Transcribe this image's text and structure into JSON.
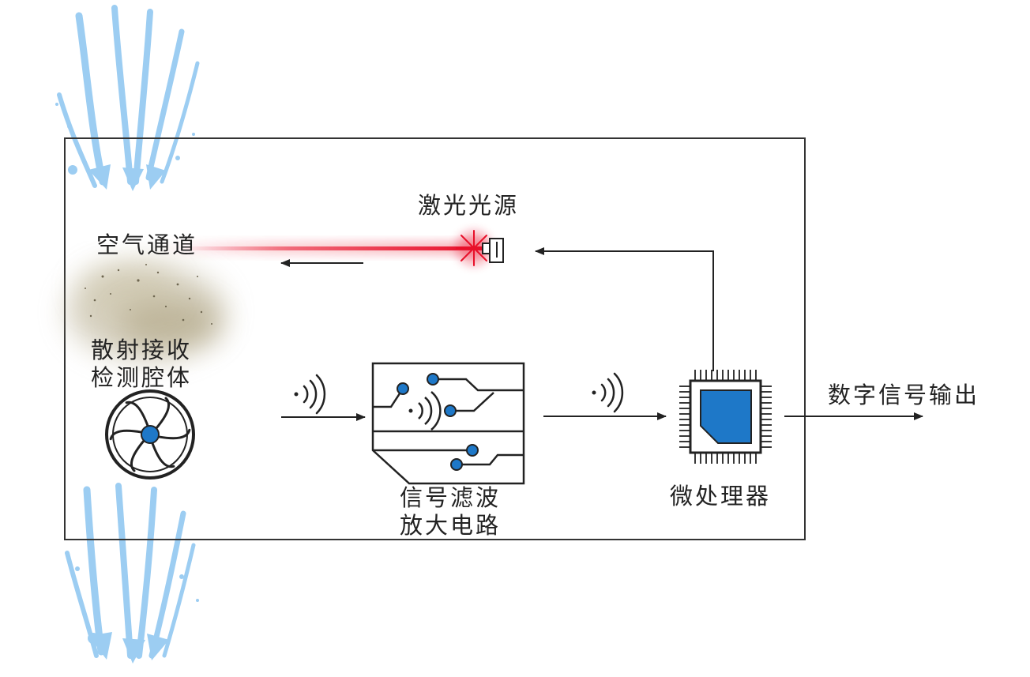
{
  "labels": {
    "laser_source": "激光光源",
    "air_channel": "空气通道",
    "scatter_line1": "散射接收",
    "scatter_line2": "检测腔体",
    "filter_line1": "信号滤波",
    "filter_line2": "放大电路",
    "microprocessor": "微处理器",
    "digital_output": "数字信号输出"
  },
  "colors": {
    "laser": "#e8102a",
    "component_blue": "#1e78c8",
    "airflow": "#9ccdf2",
    "line": "#222222"
  },
  "icons": {
    "fan": "fan-icon",
    "circuit": "circuit-board-icon",
    "chip": "chip-icon",
    "laser": "laser-emitter-icon",
    "signal": "signal-wave-icon"
  }
}
